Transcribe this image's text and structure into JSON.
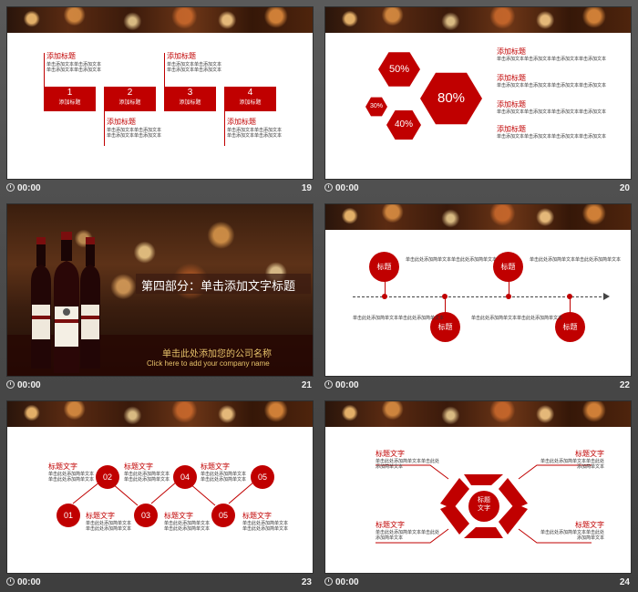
{
  "footer_time": "00:00",
  "slides": {
    "s19": {
      "number": "19",
      "boxes": [
        {
          "n": "1",
          "label": "添加标题"
        },
        {
          "n": "2",
          "label": "添加标题"
        },
        {
          "n": "3",
          "label": "添加标题"
        },
        {
          "n": "4",
          "label": "添加标题"
        }
      ],
      "heading": "添加标题",
      "body": "单击添加文本单击添加文本单击添加文本单击添加文本"
    },
    "s20": {
      "number": "20",
      "hex_values": [
        "50%",
        "80%",
        "30%",
        "40%"
      ],
      "items": [
        {
          "title": "添加标题",
          "body": "单击添加文本单击添加文本单击添加文本单击添加文本"
        },
        {
          "title": "添加标题",
          "body": "单击添加文本单击添加文本单击添加文本单击添加文本"
        },
        {
          "title": "添加标题",
          "body": "单击添加文本单击添加文本单击添加文本单击添加文本"
        },
        {
          "title": "添加标题",
          "body": "单击添加文本单击添加文本单击添加文本单击添加文本"
        }
      ]
    },
    "s21": {
      "number": "21",
      "section_title": "第四部分：单击添加文字标题",
      "company_cn": "单击此处添加您的公司名称",
      "company_en": "Click here to add your company name"
    },
    "s22": {
      "number": "22",
      "circle_label": "标题",
      "body": "单击此处添加简单文本单击此处添加简单文本"
    },
    "s23": {
      "number": "23",
      "steps": [
        "01",
        "02",
        "03",
        "04",
        "05"
      ],
      "title": "标题文字",
      "body": "单击此处添加简单文本单击此处添加简单文本"
    },
    "s24": {
      "number": "24",
      "center": "标题\n文字",
      "title": "标题文字",
      "body": "单击此处添加简单文本单击此处添加简单文本"
    }
  },
  "colors": {
    "accent": "#c00000",
    "background": "#4a4a4a"
  }
}
